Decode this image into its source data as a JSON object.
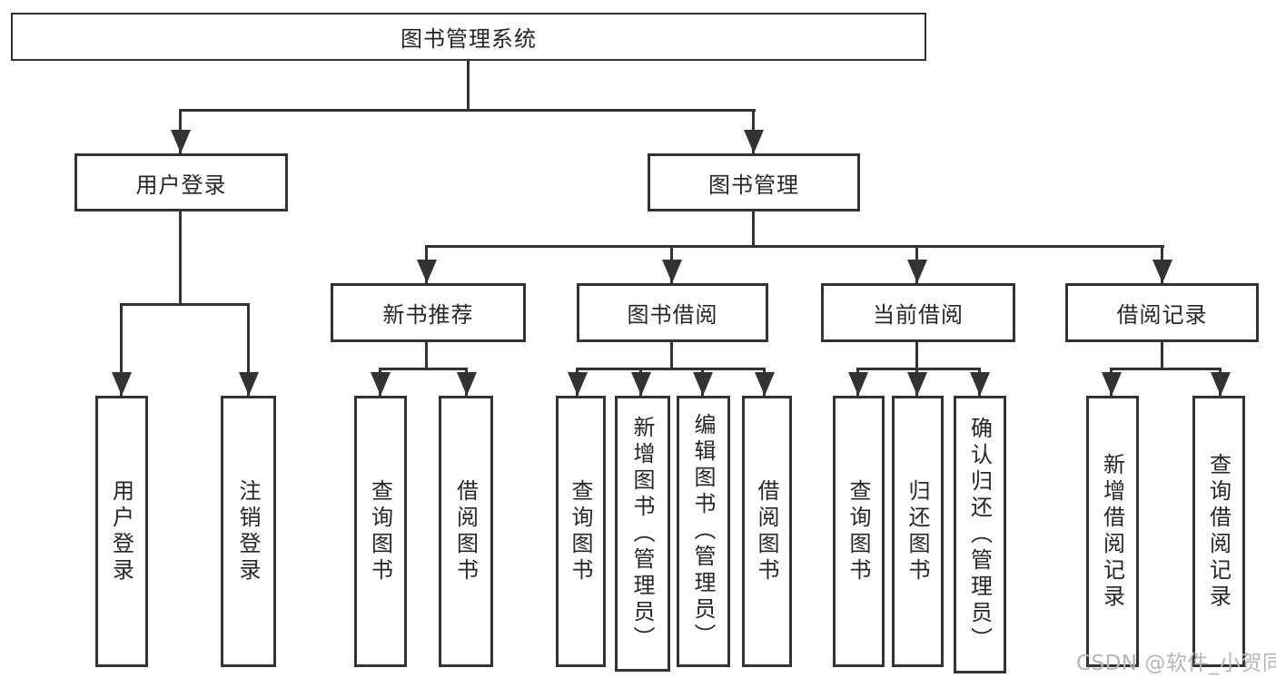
{
  "colors": {
    "line": "#333333",
    "text": "#262626",
    "background": "#ffffff",
    "watermark": "#b5b5b5"
  },
  "tree": {
    "root": {
      "label": "图书管理系统"
    },
    "branches": [
      {
        "label": "用户登录",
        "children": [
          {
            "label": "用户登录"
          },
          {
            "label": "注销登录"
          }
        ]
      },
      {
        "label": "图书管理",
        "children": [
          {
            "label": "新书推荐",
            "children": [
              {
                "label": "查询图书"
              },
              {
                "label": "借阅图书"
              }
            ]
          },
          {
            "label": "图书借阅",
            "children": [
              {
                "label": "查询图书"
              },
              {
                "label": "新增图书（管理员）"
              },
              {
                "label": "编辑图书（管理员）"
              },
              {
                "label": "借阅图书"
              }
            ]
          },
          {
            "label": "当前借阅",
            "children": [
              {
                "label": "查询图书"
              },
              {
                "label": "归还图书"
              },
              {
                "label": "确认归还（管理员）"
              }
            ]
          },
          {
            "label": "借阅记录",
            "children": [
              {
                "label": "新增借阅记录"
              },
              {
                "label": "查询借阅记录"
              }
            ]
          }
        ]
      }
    ]
  },
  "watermark": {
    "text": "CSDN @软件_小贺同学"
  }
}
